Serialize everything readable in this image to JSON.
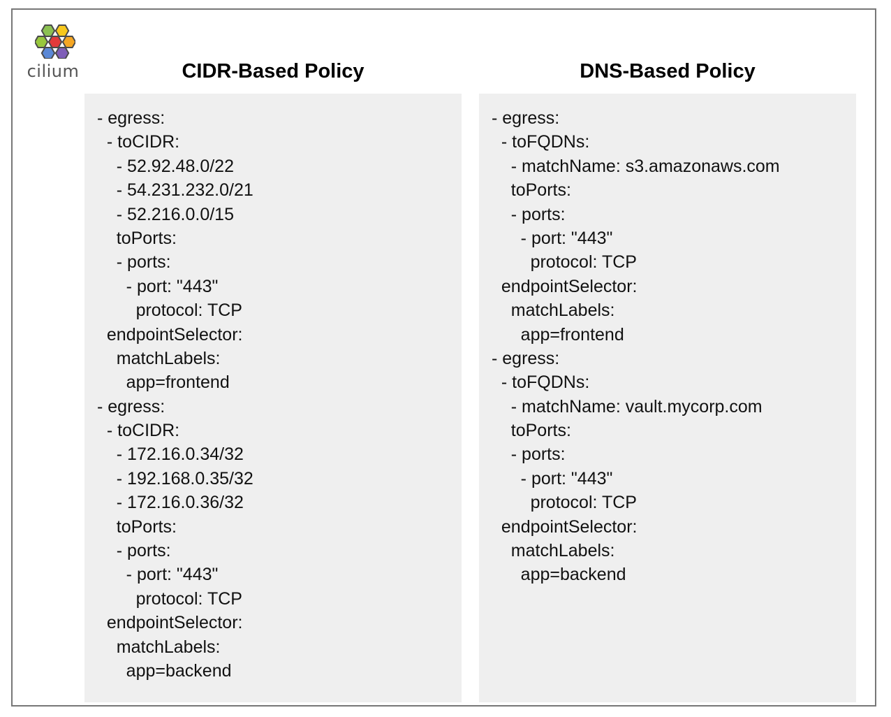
{
  "logo": {
    "text": "cilium",
    "colors": [
      "#8cc152",
      "#f5a623",
      "#e8543e",
      "#f8c81c",
      "#e23a3a",
      "#98c73d",
      "#5b88d6",
      "#7f5eb8"
    ]
  },
  "cidr_policy": {
    "title": "CIDR-Based Policy",
    "lines": [
      "- egress:",
      "  - toCIDR:",
      "    - 52.92.48.0/22",
      "    - 54.231.232.0/21",
      "    - 52.216.0.0/15",
      "    toPorts:",
      "    - ports:",
      "      - port: \"443\"",
      "        protocol: TCP",
      "  endpointSelector:",
      "    matchLabels:",
      "      app=frontend",
      "- egress:",
      "  - toCIDR:",
      "    - 172.16.0.34/32",
      "    - 192.168.0.35/32",
      "    - 172.16.0.36/32",
      "    toPorts:",
      "    - ports:",
      "      - port: \"443\"",
      "        protocol: TCP",
      "  endpointSelector:",
      "    matchLabels:",
      "      app=backend"
    ]
  },
  "dns_policy": {
    "title": "DNS-Based Policy",
    "lines": [
      "- egress:",
      "  - toFQDNs:",
      "    - matchName: s3.amazonaws.com",
      "    toPorts:",
      "    - ports:",
      "      - port: \"443\"",
      "        protocol: TCP",
      "  endpointSelector:",
      "    matchLabels:",
      "      app=frontend",
      "- egress:",
      "  - toFQDNs:",
      "    - matchName: vault.mycorp.com",
      "    toPorts:",
      "    - ports:",
      "      - port: \"443\"",
      "        protocol: TCP",
      "  endpointSelector:",
      "    matchLabels:",
      "      app=backend"
    ]
  }
}
